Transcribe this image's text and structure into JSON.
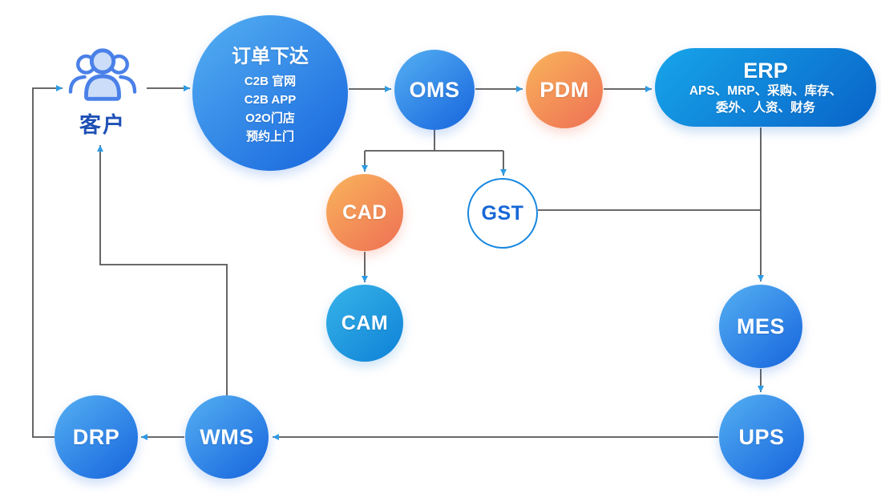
{
  "colors": {
    "background": "#ffffff",
    "blue_light": "#55B0F2",
    "blue_dark": "#1664DD",
    "cam_light": "#38B4E9",
    "cam_dark": "#0E81D6",
    "orange_light": "#F9B45C",
    "orange_dark": "#EE6F54",
    "erp_light": "#17A5EA",
    "erp_dark": "#0963C8",
    "line": "#555555",
    "arrowhead": "#2D9CE4",
    "gst_border": "#1787E0",
    "gst_text": "#1767D8",
    "customer_text": "#1E50B5",
    "icon_stroke": "#4A80E8",
    "icon_fill": "#CBDDF8"
  },
  "nodes": {
    "customer": {
      "label": "客户"
    },
    "order": {
      "title": "订单下达",
      "lines": [
        "C2B 官网",
        "C2B APP",
        "O2O门店",
        "预约上门"
      ]
    },
    "oms": {
      "label": "OMS"
    },
    "pdm": {
      "label": "PDM"
    },
    "erp": {
      "title": "ERP",
      "detail_line1": "APS、MRP、采购、库存、",
      "detail_line2": "委外、人资、财务"
    },
    "cad": {
      "label": "CAD"
    },
    "gst": {
      "label": "GST"
    },
    "cam": {
      "label": "CAM"
    },
    "mes": {
      "label": "MES"
    },
    "ups": {
      "label": "UPS"
    },
    "wms": {
      "label": "WMS"
    },
    "drp": {
      "label": "DRP"
    }
  }
}
